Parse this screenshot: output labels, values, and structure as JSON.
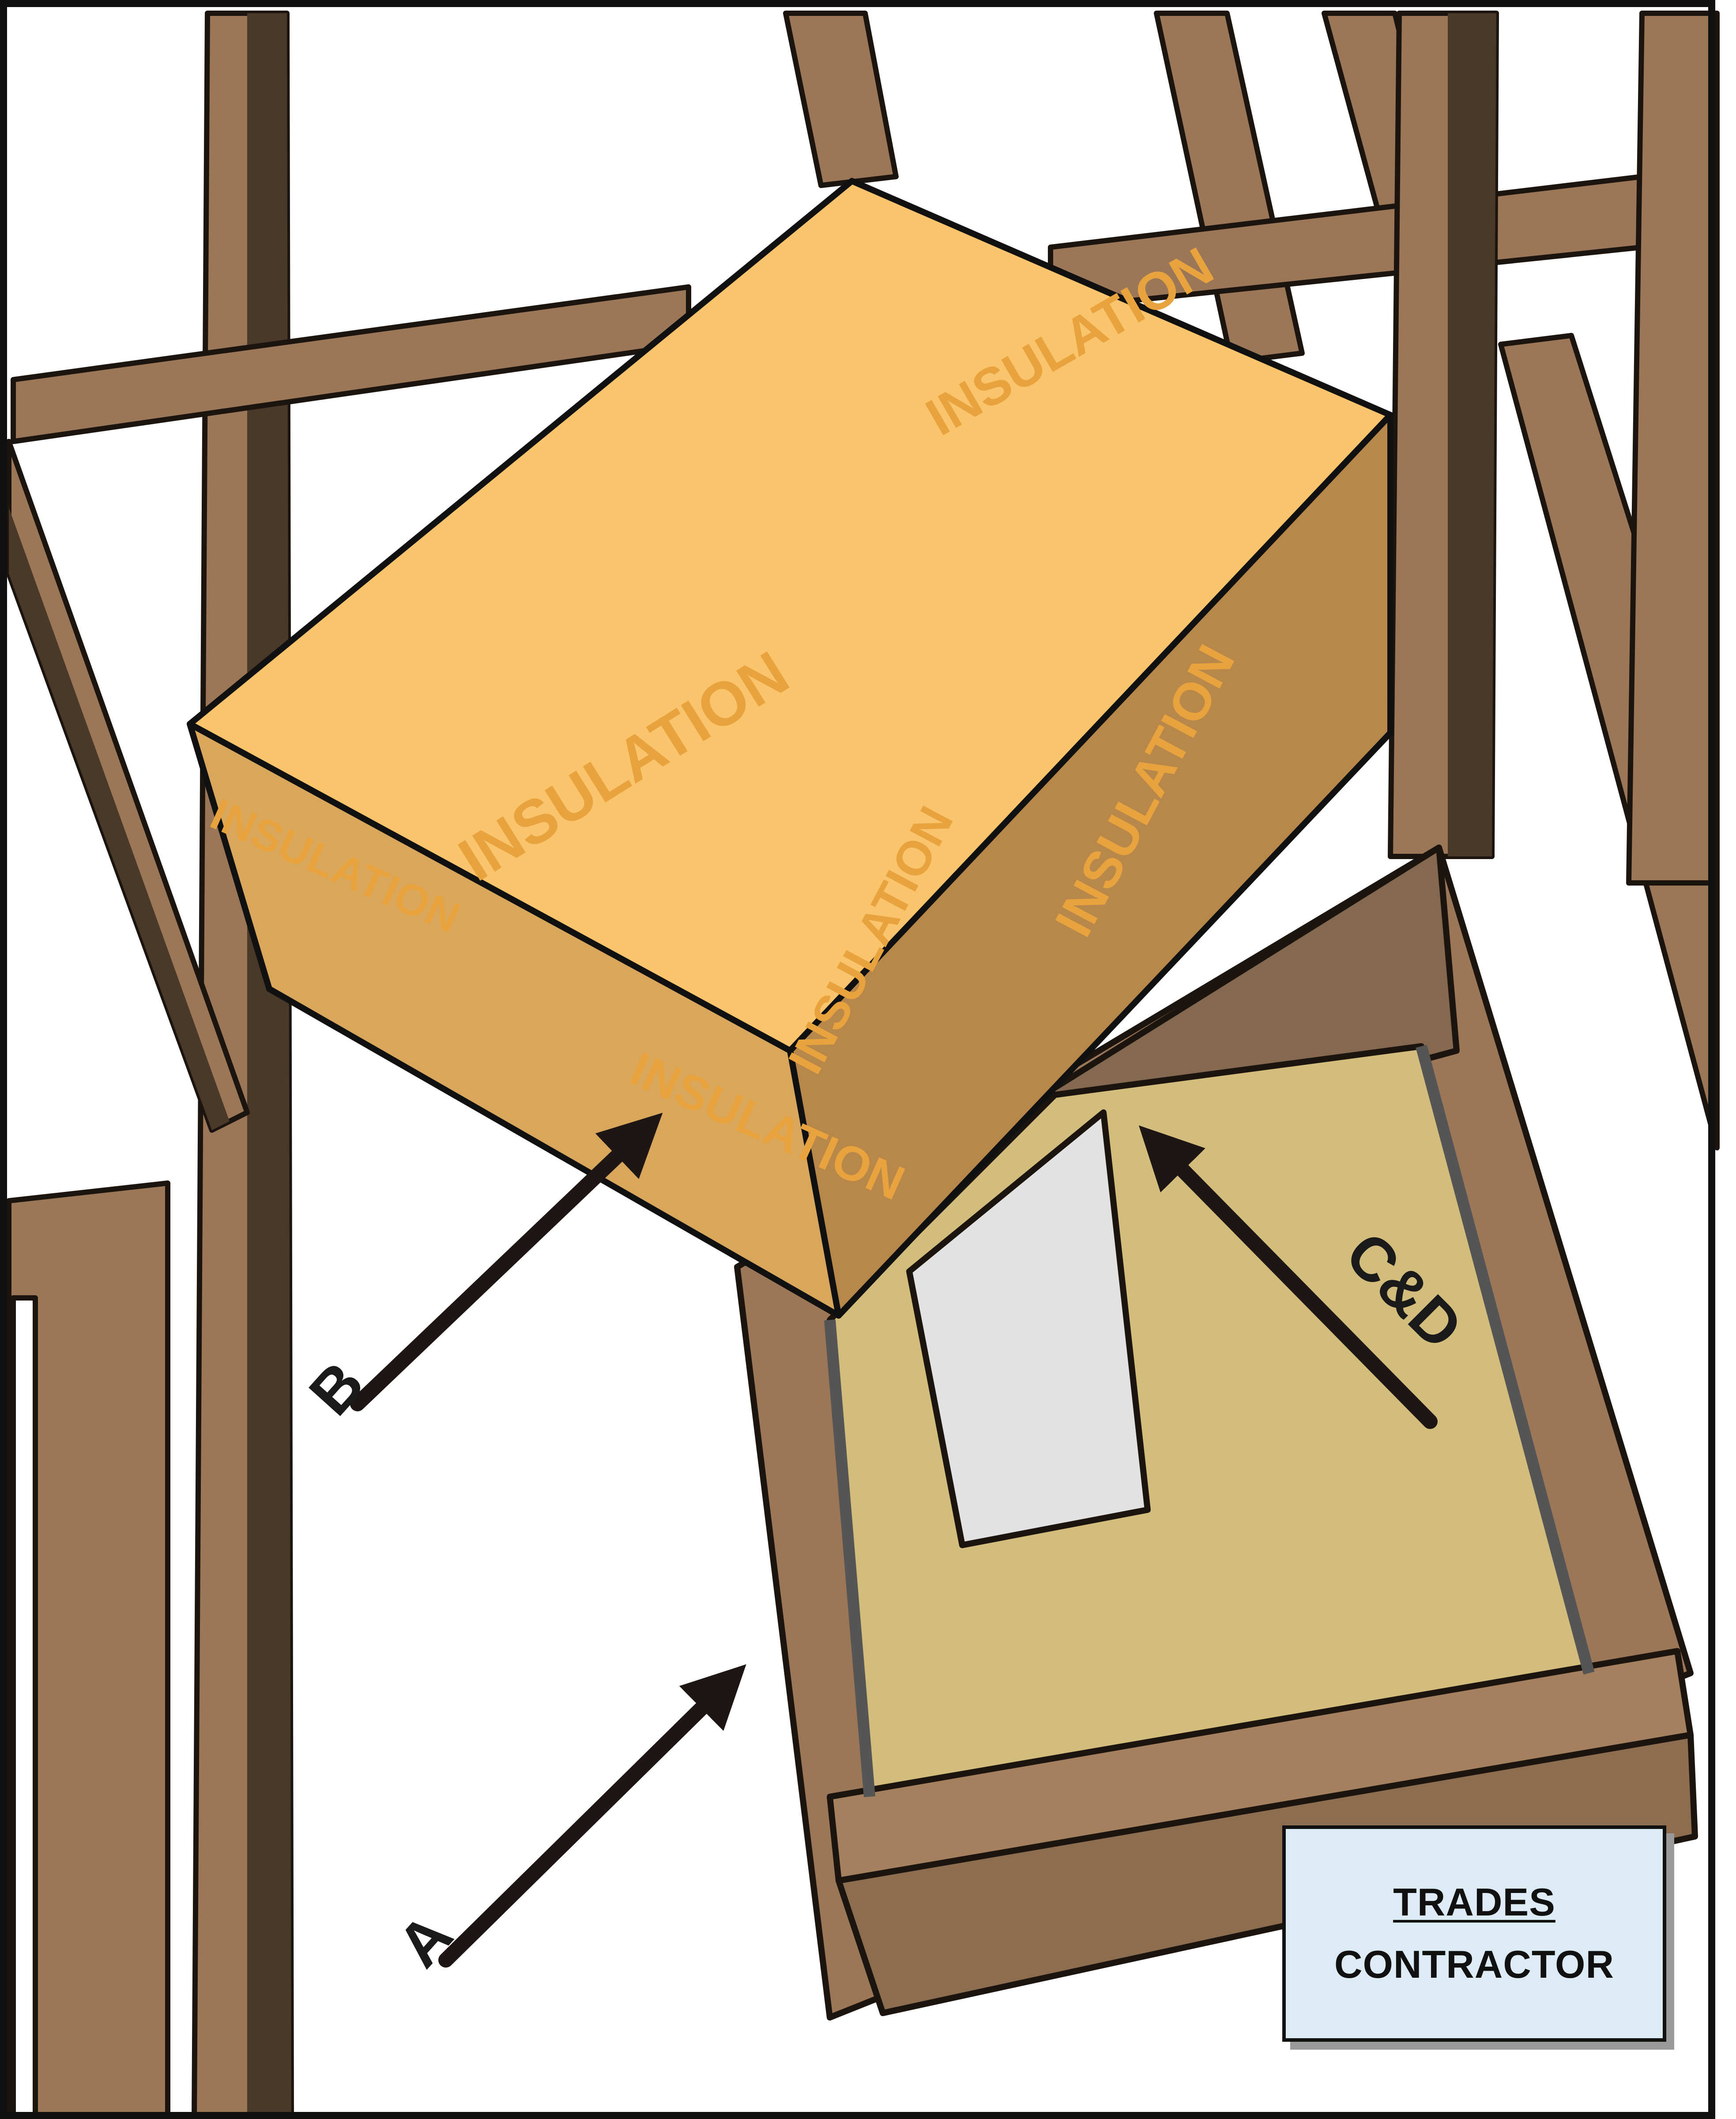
{
  "diagram": {
    "insulation_label": "INSULATION",
    "callouts": {
      "a": "A",
      "b": "B",
      "cd": "C&D"
    },
    "legend": {
      "line1": "TRADES",
      "line2": "CONTRACTOR"
    },
    "colors": {
      "wood": "#9b7757",
      "wood_dark": "#4a3829",
      "wood_shadow": "#3a2c20",
      "insulation_top": "#f9c46b",
      "insulation_side_front": "#d9a75c",
      "insulation_side_right": "#b8884a",
      "insulation_text": "#e8a33e",
      "box_floor": "#d3bd7c",
      "gap_fill": "#e2e2e2",
      "arrow": "#1e1614",
      "legend_bg": "#dcebf4"
    }
  }
}
